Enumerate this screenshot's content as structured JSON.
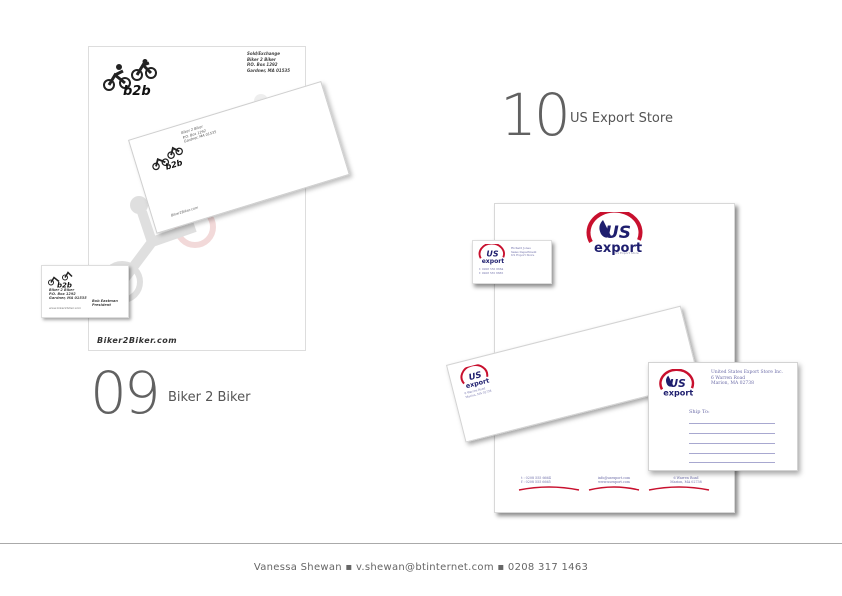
{
  "project_09": {
    "number": "09",
    "title": "Biker 2 Biker",
    "letterhead": {
      "logo_text": "b2b",
      "address_block": "Sold/Exchange\nBiker 2 Biker\nP.O. Box 1292\nGardner, MA 01535",
      "url": "Biker2Biker.com"
    },
    "envelope": {
      "logo_text": "b2b",
      "return_address": "Biker 2 Biker\nP.O. Box 1292\nGardner, MA 01535",
      "footer_text": "Biker2Biker.com"
    },
    "business_card": {
      "logo_text": "b2b",
      "address_block": "Biker 2 Biker\nP.O. Box 1292\nGardner, MA 01535",
      "name_block": "Bob Eastman\nPresident",
      "url": "www.biker2biker.com"
    }
  },
  "project_10": {
    "number": "10",
    "title": "US Export Store",
    "logo": {
      "line1": "US",
      "line2": "export"
    },
    "letterhead": {
      "tagline": "US Export Store",
      "footer": {
        "left": "t : 0208 555 6664\nf : 0208 555 6665",
        "center": "info@usexport.com\nwww.usexport.com",
        "right": "6 Warren Road\nMarion, MA 02738"
      }
    },
    "business_card": {
      "info": "Richard Jones\nSales Department\nUS Export Store",
      "contact": "t: 0208 555 6664\nf: 0208 555 6665"
    },
    "envelope": {
      "return_address": "6 Warren Road\nMarion, MA 02738"
    },
    "shipping_label": {
      "address": "United States Export Store Inc.\n6 Warren Road\nMarion, MA 02738",
      "ship_to": "Ship To:"
    },
    "colors": {
      "navy": "#1e1e6e",
      "red": "#c8102e"
    }
  },
  "footer": {
    "text": "Vanessa Shewan ▪ v.shewan@btinternet.com ▪ 0208 317 1463"
  }
}
